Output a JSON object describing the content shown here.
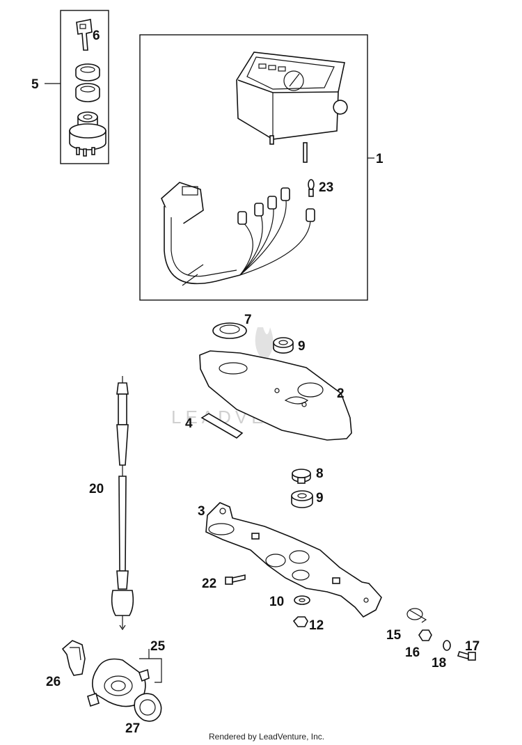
{
  "callouts": {
    "c1": "1",
    "c2": "2",
    "c3": "3",
    "c4": "4",
    "c5": "5",
    "c6": "6",
    "c7": "7",
    "c8": "8",
    "c9a": "9",
    "c9b": "9",
    "c10": "10",
    "c12": "12",
    "c15": "15",
    "c16": "16",
    "c17": "17",
    "c18": "18",
    "c20": "20",
    "c22": "22",
    "c23": "23",
    "c25": "25",
    "c26": "26",
    "c27": "27"
  },
  "watermark": "LEADVENTURE",
  "footer": "Rendered by LeadVenture, Inc."
}
